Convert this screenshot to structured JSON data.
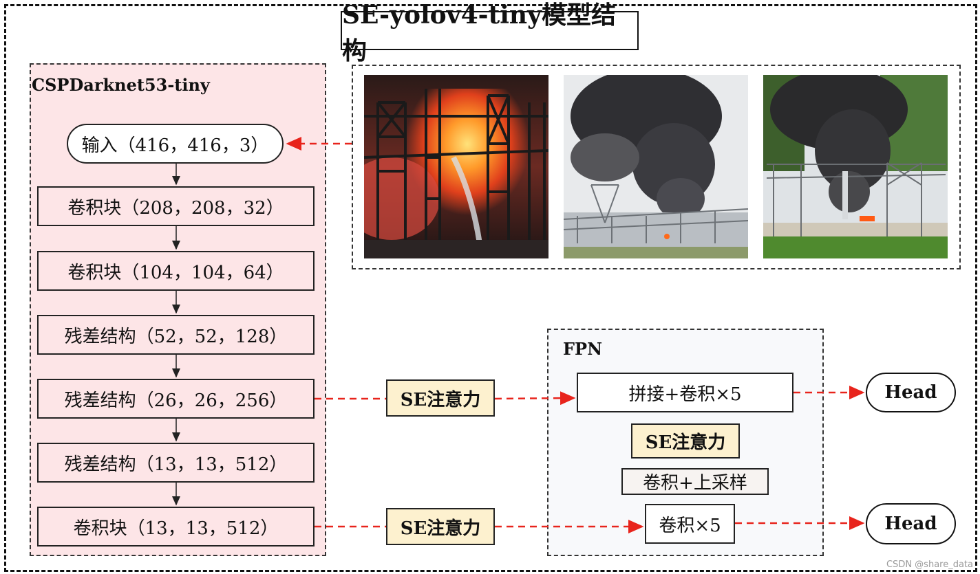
{
  "title": "SE-yolov4-tiny模型结构",
  "backbone": {
    "label": "CSPDarknet53-tiny",
    "input": "输入（416，416，3）",
    "blocks": [
      "卷积块（208，208，32）",
      "卷积块（104，104，64）",
      "残差结构（52，52，128）",
      "残差结构（26，26，256）",
      "残差结构（13，13，512）",
      "卷积块（13，13，512）"
    ]
  },
  "attention": {
    "upper": "SE注意力",
    "lower": "SE注意力"
  },
  "fpn": {
    "label": "FPN",
    "concat_conv": "拼接+卷积×5",
    "se": "SE注意力",
    "conv_upsample": "卷积+上采样",
    "conv5": "卷积×5"
  },
  "heads": {
    "upper": "Head",
    "lower": "Head"
  },
  "watermark": "CSDN @share_data",
  "colors": {
    "backbone_fill": "#fde5e7",
    "se_fill": "#fdf1cf",
    "fpn_fill": "#f8f9fb",
    "arrow_red": "#e8241c"
  }
}
